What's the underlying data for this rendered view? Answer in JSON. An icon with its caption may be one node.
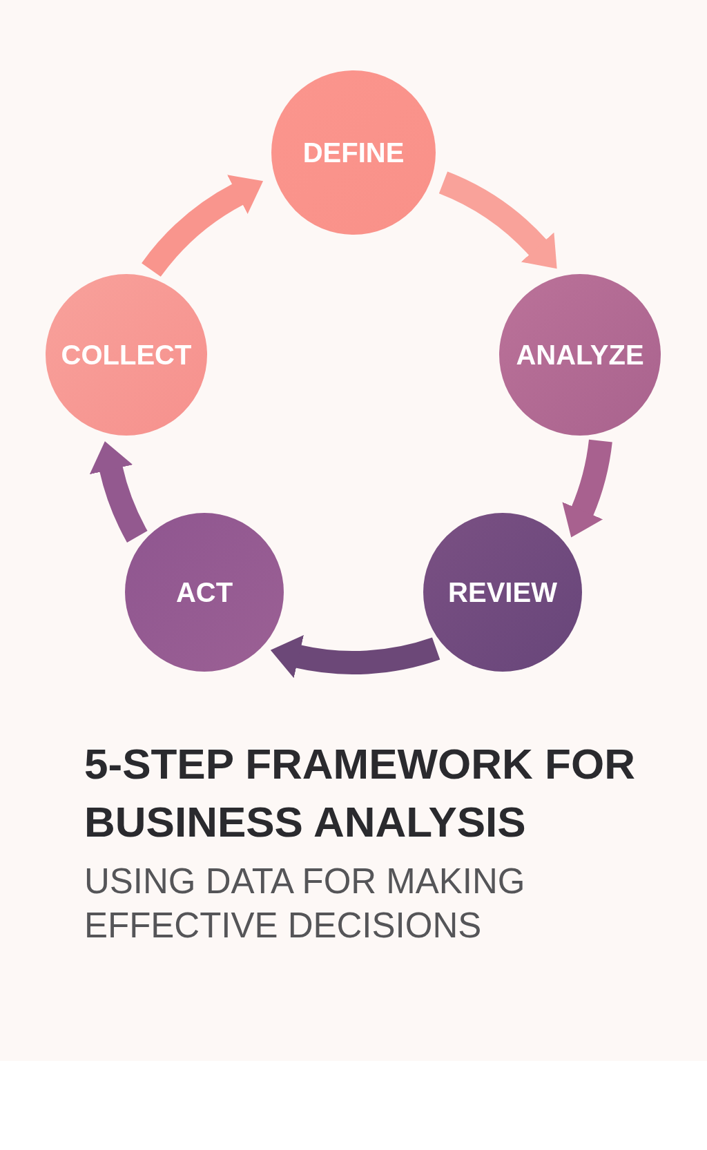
{
  "diagram": {
    "title": "5-STEP FRAMEWORK FOR BUSINESS ANALYSIS",
    "nodes": [
      {
        "text": [
          "DEFINE"
        ]
      },
      {
        "text": [
          "ANALYZE"
        ]
      },
      {
        "text": [
          "REVIEW"
        ]
      },
      {
        "text": [
          "ACT"
        ]
      },
      {
        "text": [
          "COLLECT"
        ]
      }
    ],
    "edges": [
      {
        "from": 4,
        "to": 0,
        "arrow": "to",
        "color": "#f9958d"
      },
      {
        "from": 0,
        "to": 1,
        "arrow": "to",
        "color": "#f9a29a"
      },
      {
        "from": 1,
        "to": 2,
        "arrow": "to",
        "color": "#a8618f"
      },
      {
        "from": 2,
        "to": 3,
        "arrow": "to",
        "color": "#6c4878"
      },
      {
        "from": 3,
        "to": 4,
        "arrow": "to",
        "color": "#93598f"
      }
    ],
    "labels": [
      "USING DATA FOR MAKING EFFECTIVE DECISIONS"
    ]
  }
}
